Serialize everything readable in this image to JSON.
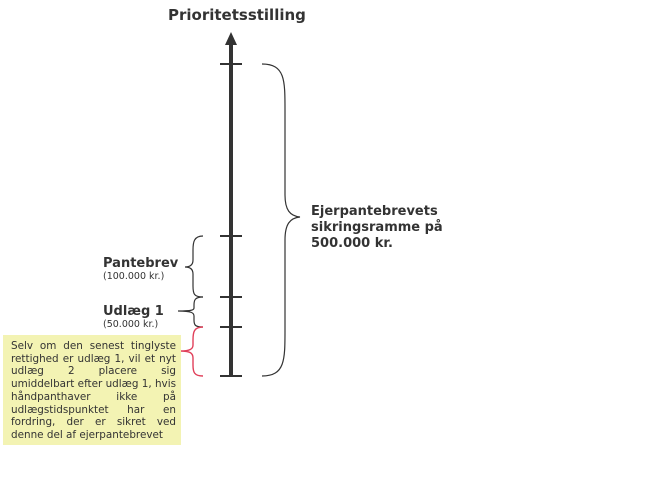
{
  "title": "Prioritetsstilling",
  "labels": {
    "pantebrev": {
      "name": "Pantebrev",
      "amount": "(100.000 kr.)"
    },
    "udlaeg": {
      "name": "Udlæg 1",
      "amount": "(50.000 kr.)"
    },
    "ejerpantebrev": "Ejerpantebrevets\nsikringsramme på\n500.000 kr."
  },
  "note": "Selv om den senest tinglyste rettighed er udlæg 1, vil et nyt udlæg 2 placere sig umiddelbart efter udlæg 1, hvis håndpanthaver ikke på udlægstidspunktet har en fordring, der er sikret ved denne del af ejerpantebrevet",
  "colors": {
    "axis": "#333333",
    "brace": "#333333",
    "highlight_brace": "#e0405a",
    "note_bg": "#f3f3b3"
  }
}
